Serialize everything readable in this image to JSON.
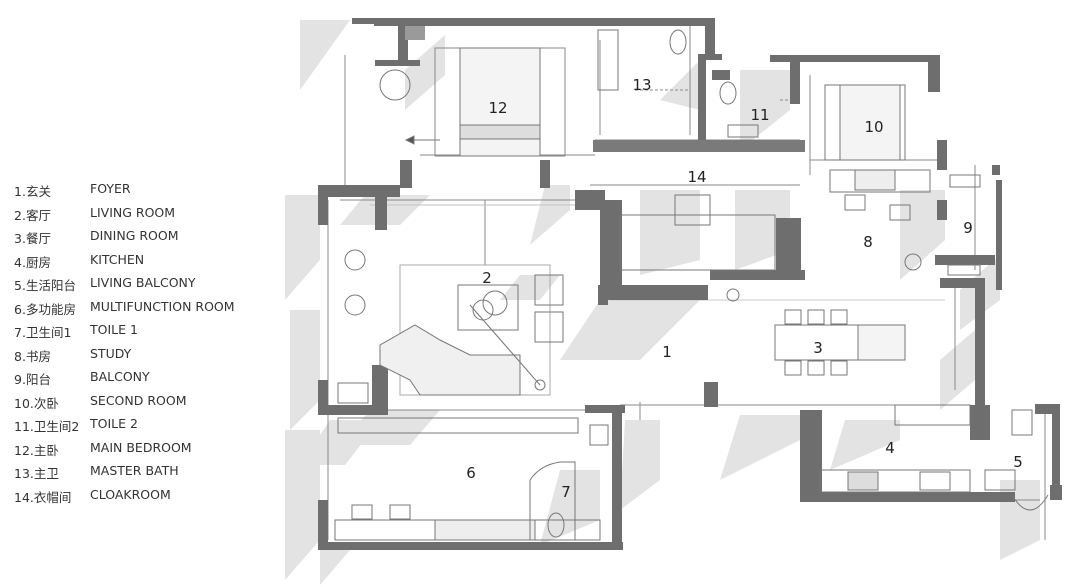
{
  "legend": [
    {
      "num": "1.",
      "cn": "玄关",
      "en": "FOYER"
    },
    {
      "num": "2.",
      "cn": "客厅",
      "en": "LIVING ROOM"
    },
    {
      "num": "3.",
      "cn": "餐厅",
      "en": "DINING ROOM"
    },
    {
      "num": "4.",
      "cn": "厨房",
      "en": "KITCHEN"
    },
    {
      "num": "5.",
      "cn": "生活阳台",
      "en": "LIVING BALCONY"
    },
    {
      "num": "6.",
      "cn": "多功能房",
      "en": "MULTIFUNCTION ROOM"
    },
    {
      "num": "7.",
      "cn": "卫生间1",
      "en": "TOILE 1"
    },
    {
      "num": "8.",
      "cn": "书房",
      "en": "STUDY"
    },
    {
      "num": "9.",
      "cn": "阳台",
      "en": "BALCONY"
    },
    {
      "num": "10.",
      "cn": "次卧",
      "en": "SECOND ROOM"
    },
    {
      "num": "11.",
      "cn": "卫生间2",
      "en": "TOILE 2"
    },
    {
      "num": "12.",
      "cn": "主卧",
      "en": "MAIN BEDROOM"
    },
    {
      "num": "13.",
      "cn": "主卫",
      "en": "MASTER BATH"
    },
    {
      "num": "14.",
      "cn": "衣帽间",
      "en": "CLOAKROOM"
    }
  ],
  "room_numbers": [
    "1",
    "2",
    "3",
    "4",
    "5",
    "6",
    "7",
    "8",
    "9",
    "10",
    "11",
    "12",
    "13",
    "14"
  ],
  "colors": {
    "wall": "#6e6e6e",
    "shadow": "#e3e3e3",
    "line": "#8a8a8a",
    "text": "#333333"
  }
}
